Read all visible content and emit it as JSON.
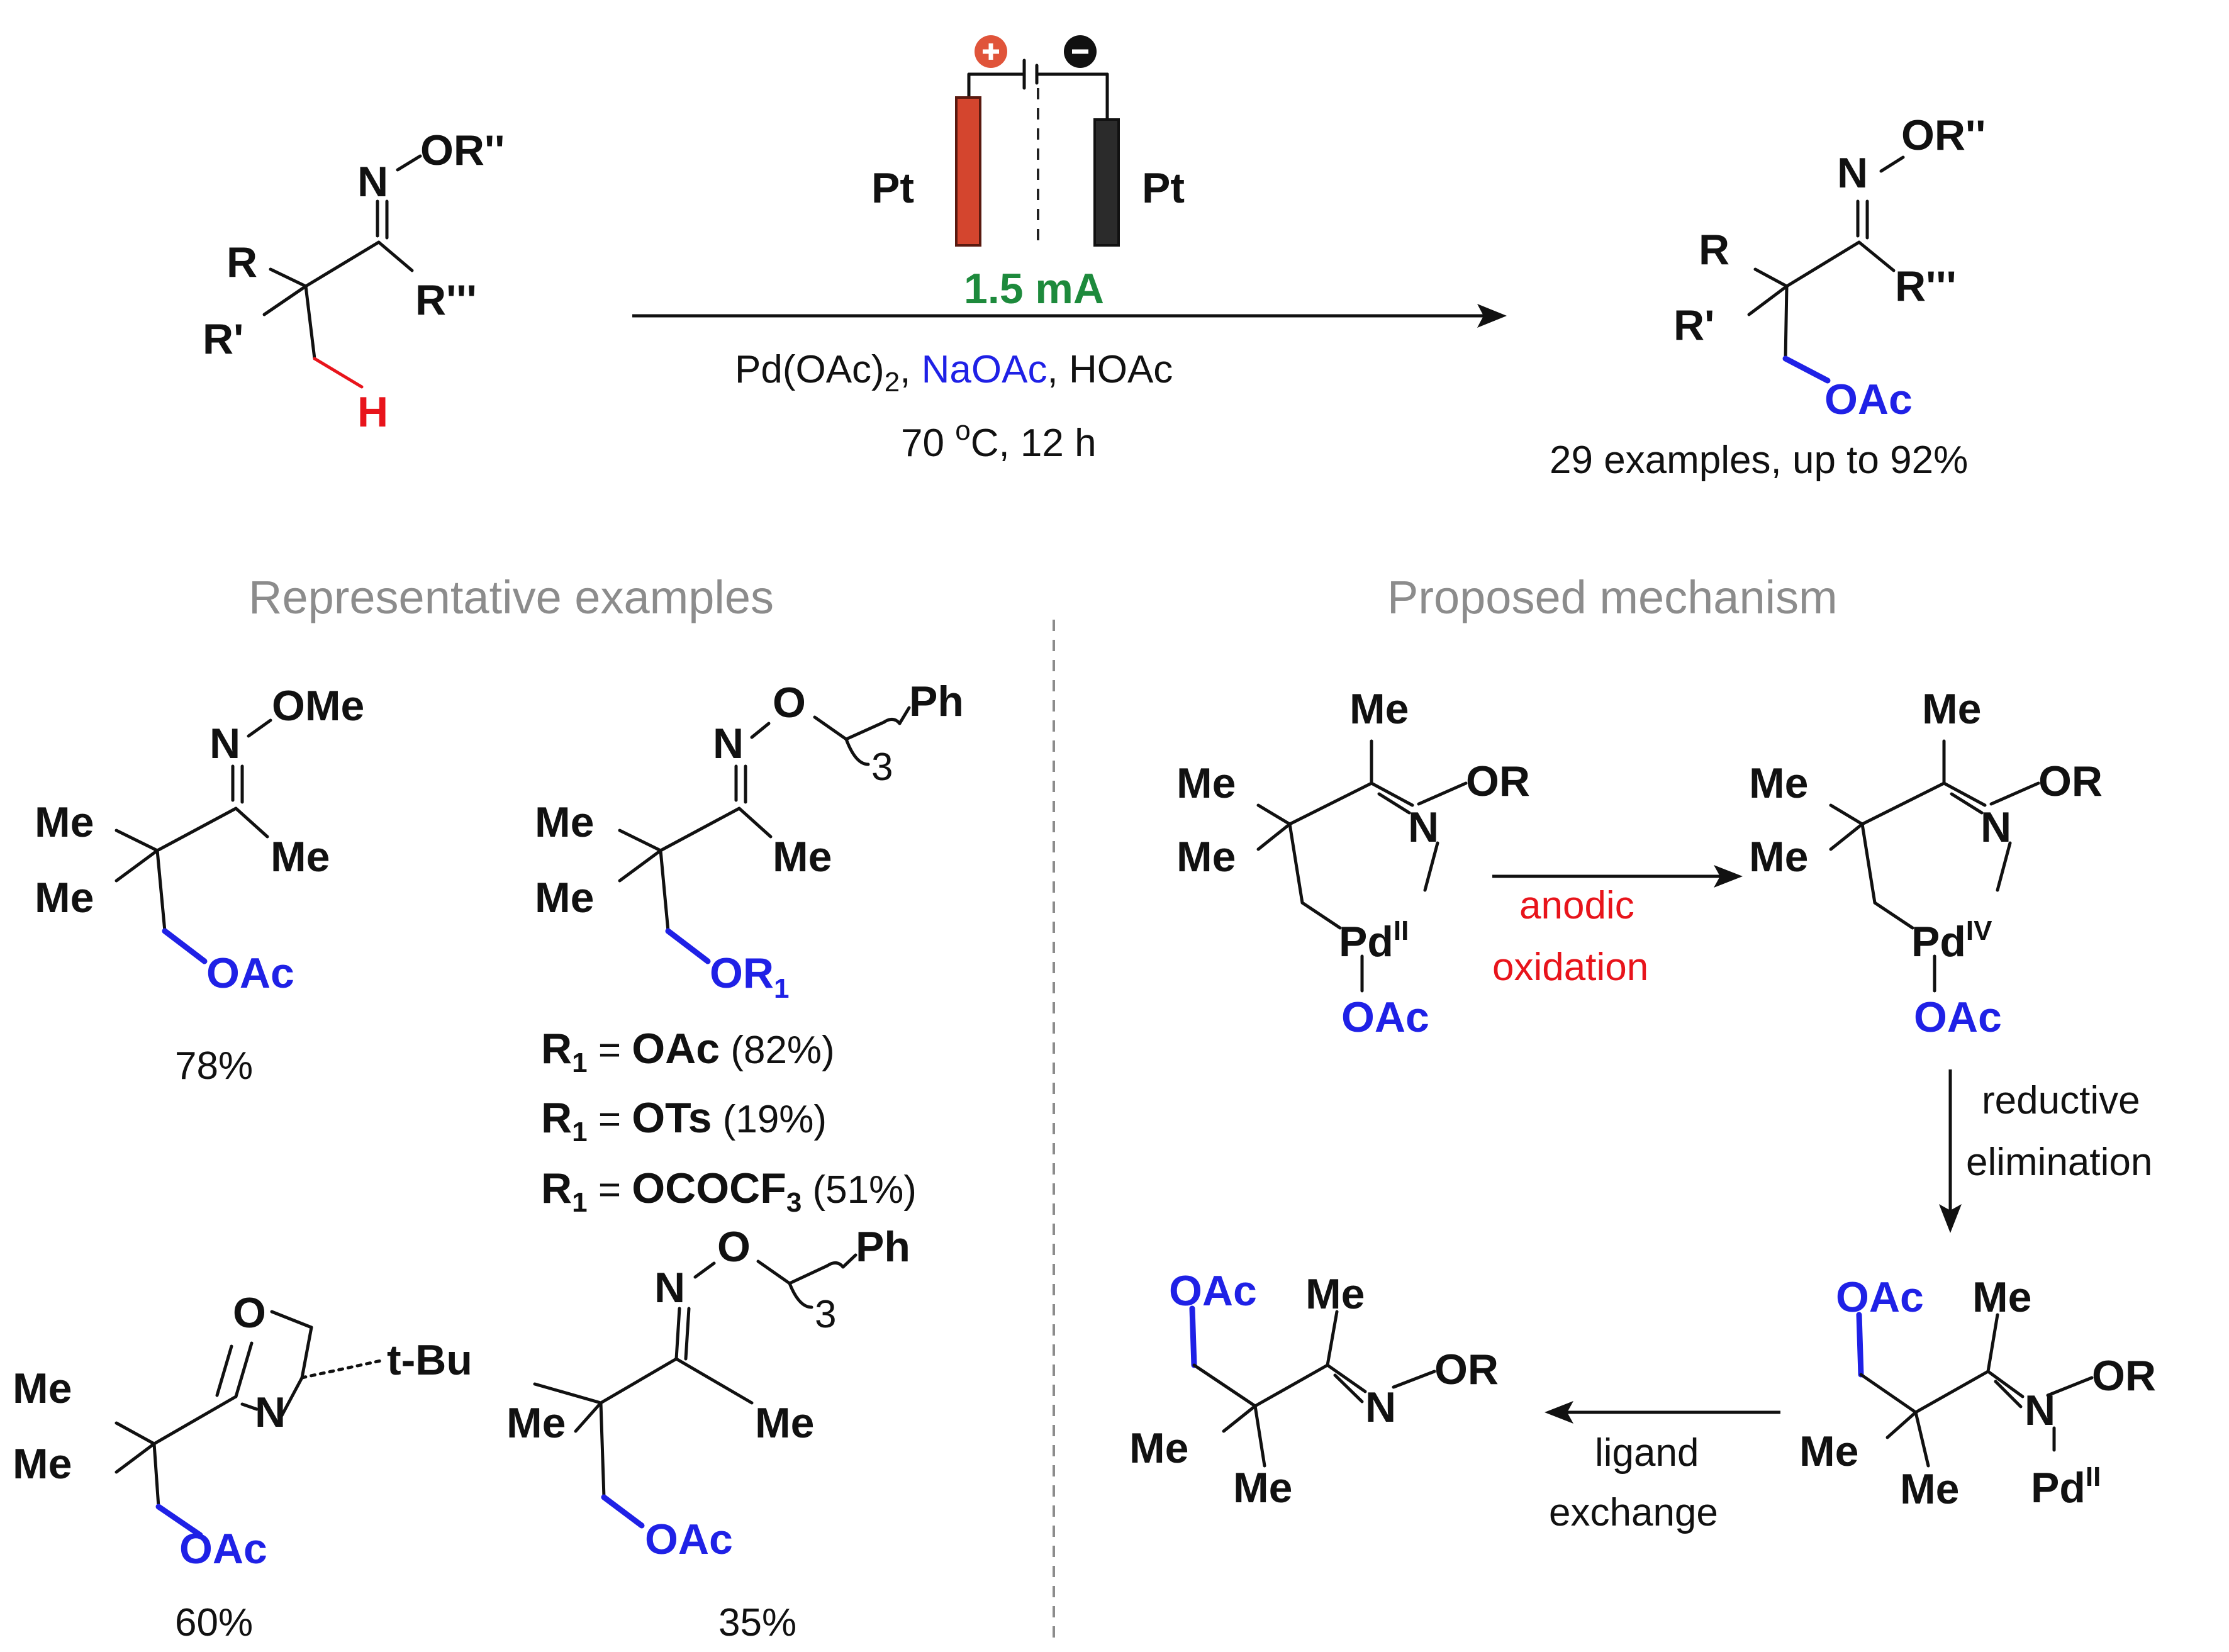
{
  "reaction": {
    "reactant": {
      "or2": "OR''",
      "r": "R",
      "r1": "R'",
      "r3": "R'''",
      "h": "H",
      "n": "N"
    },
    "electrodes": {
      "anode": "Pt",
      "cathode": "Pt",
      "plus": "+",
      "minus": "−"
    },
    "current": "1.5 mA",
    "reagent_pd": "Pd(OAc)",
    "reagent_pd_sub": "2",
    "reagent_sep1": ", ",
    "reagent_base": "NaOAc",
    "reagent_sep2": ", HOAc",
    "temp": "70 ",
    "temp_deg": "o",
    "temp_rest": "C, 12 h",
    "product": {
      "or2": "OR''",
      "r": "R",
      "r1": "R'",
      "r3": "R'''",
      "oac": "OAc",
      "n": "N"
    },
    "scope_summary": "29 examples, up to 92%"
  },
  "examples": {
    "heading": "Representative examples",
    "ex1": {
      "ome": "OMe",
      "n": "N",
      "me1": "Me",
      "me2": "Me",
      "me3": "Me",
      "oac": "OAc",
      "yield": "78%"
    },
    "ex2": {
      "n": "N",
      "o": "O",
      "ph": "Ph",
      "n3": "3",
      "me1": "Me",
      "me2": "Me",
      "me3": "Me",
      "or1": "OR",
      "or1_sub": "1",
      "variants": [
        {
          "r": "R",
          "sub": "1",
          "eq": " = ",
          "group": "OAc",
          "group_sub": "",
          "yield": " (82%)"
        },
        {
          "r": "R",
          "sub": "1",
          "eq": " = ",
          "group": "OTs",
          "group_sub": "",
          "yield": " (19%)"
        },
        {
          "r": "R",
          "sub": "1",
          "eq": " = ",
          "group": "OCOCF",
          "group_sub": "3",
          "yield": " (51%)"
        }
      ]
    },
    "ex3": {
      "o": "O",
      "n": "N",
      "tbu": "t-Bu",
      "me1": "Me",
      "me2": "Me",
      "oac": "OAc",
      "yield": "60%"
    },
    "ex4": {
      "n": "N",
      "o": "O",
      "ph": "Ph",
      "n3": "3",
      "me1": "Me",
      "me2": "Me",
      "oac": "OAc",
      "yield": "35%"
    }
  },
  "mechanism": {
    "heading": "Proposed mechanism",
    "pd_complex": {
      "me_top": "Me",
      "me1": "Me",
      "me2": "Me",
      "n": "N",
      "or": "OR",
      "pd": "Pd",
      "ox": "II",
      "oac": "OAc"
    },
    "step1": {
      "line1": "anodic",
      "line2": "oxidation"
    },
    "pd4_complex": {
      "me_top": "Me",
      "me1": "Me",
      "me2": "Me",
      "n": "N",
      "or": "OR",
      "pd": "Pd",
      "ox": "IV",
      "oac": "OAc"
    },
    "step2": {
      "line1": "reductive",
      "line2": "elimination"
    },
    "pd_bound_product": {
      "oac": "OAc",
      "me_top": "Me",
      "me1": "Me",
      "me2": "Me",
      "n": "N",
      "or": "OR",
      "pd": "Pd",
      "ox": "II"
    },
    "step3": {
      "line1": "ligand",
      "line2": "exchange"
    },
    "free_product": {
      "oac": "OAc",
      "me_top": "Me",
      "me1": "Me",
      "me2": "Me",
      "n": "N",
      "or": "OR"
    }
  },
  "colors": {
    "acetate_blue": "#1f21e6",
    "highlight_red": "#e8141b",
    "current_green": "#1d8a3c",
    "heading_gray": "#8c8c8c",
    "anode": "#d4452e",
    "cathode": "#2b2b2b"
  }
}
